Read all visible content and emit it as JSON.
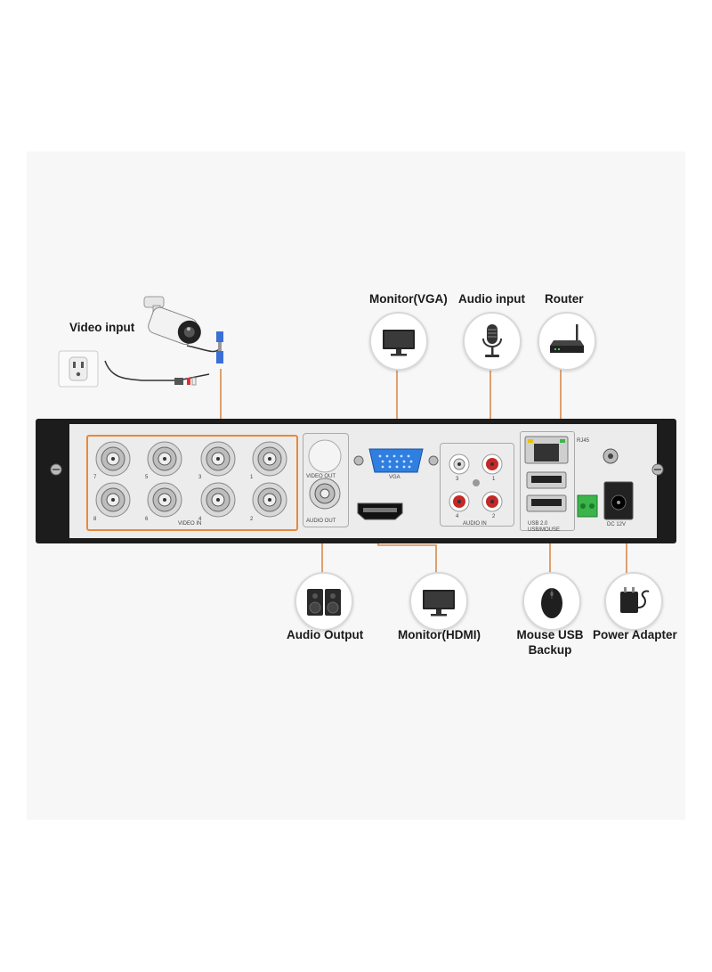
{
  "labels": {
    "video_input": "Video input",
    "monitor_vga": "Monitor(VGA)",
    "audio_input": "Audio input",
    "router": "Router",
    "audio_output": "Audio Output",
    "monitor_hdmi": "Monitor(HDMI)",
    "mouse_usb_line1": "Mouse USB",
    "mouse_usb_line2": "Backup",
    "power_adapter": "Power Adapter"
  },
  "panel_text": {
    "video_in": "VIDEO IN",
    "video_out": "VIDEO OUT",
    "audio_out": "AUDIO OUT",
    "vga": "VGA",
    "audio_in": "AUDIO IN",
    "rj45": "RJ45",
    "usb1": "USB 2.0",
    "usb2": "USB/MOUSE",
    "dc": "DC 12V",
    "bnc_numbers": [
      "7",
      "5",
      "3",
      "1",
      "8",
      "6",
      "4",
      "2"
    ],
    "audio_in_numbers": [
      "3",
      "1",
      "4",
      "2"
    ]
  },
  "colors": {
    "accent": "#e8893a",
    "connector_line": "#d98a4a",
    "device_body": "#1c1c1c",
    "panel": "#ececec"
  },
  "icons": {
    "camera": "bullet-camera-icon",
    "outlet": "power-outlet-icon",
    "vga_monitor": "monitor-icon",
    "microphone": "microphone-icon",
    "router": "router-icon",
    "speakers": "speakers-icon",
    "hdmi_monitor": "monitor-icon",
    "mouse": "mouse-icon",
    "adapter": "power-adapter-icon"
  }
}
